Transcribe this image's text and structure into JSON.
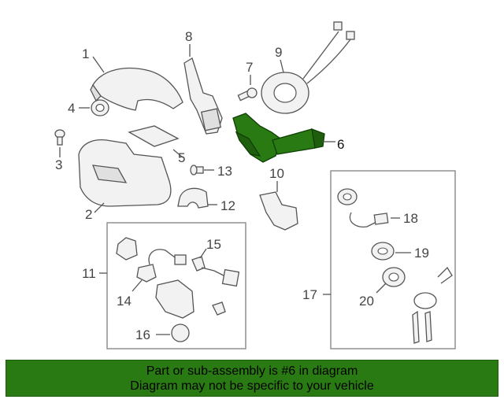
{
  "callouts": {
    "c1": "1",
    "c2": "2",
    "c3": "3",
    "c4": "4",
    "c5": "5",
    "c6": "6",
    "c7": "7",
    "c8": "8",
    "c9": "9",
    "c10": "10",
    "c11": "11",
    "c12": "12",
    "c13": "13",
    "c14": "14",
    "c15": "15",
    "c16": "16",
    "c17": "17",
    "c18": "18",
    "c19": "19",
    "c20": "20"
  },
  "highlighted_part": "6",
  "colors": {
    "highlight": "#2a7a14",
    "banner": "#2a7a14"
  },
  "banner": {
    "line1": "Part or sub-assembly is #6 in diagram",
    "line2": "Diagram may not be specific to your vehicle"
  }
}
